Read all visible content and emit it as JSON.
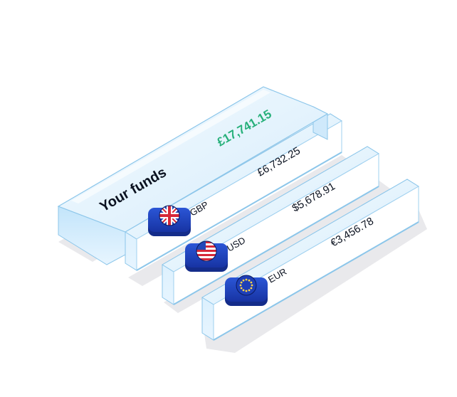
{
  "funds": {
    "title": "Your funds",
    "total": "£17,741.15",
    "total_color": "#27b07a"
  },
  "accounts": [
    {
      "code": "GBP",
      "amount": "£6,732.25",
      "flag_icon": "uk-flag-icon"
    },
    {
      "code": "USD",
      "amount": "$5,678.91",
      "flag_icon": "us-flag-icon"
    },
    {
      "code": "EUR",
      "amount": "€3,456.78",
      "flag_icon": "eu-flag-icon"
    }
  ],
  "colors": {
    "card_fill": "#eaf6ff",
    "card_edge": "#9fd0ef",
    "badge_blue": "#1d3fb8"
  }
}
